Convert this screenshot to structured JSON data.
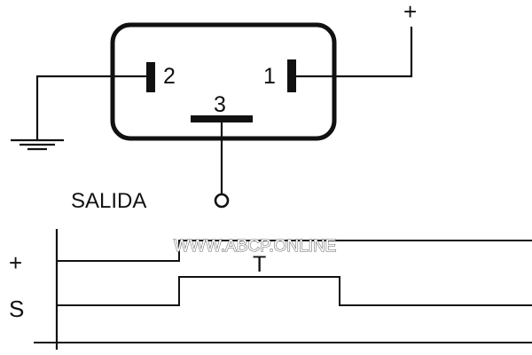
{
  "component": {
    "pins": [
      {
        "number": "2",
        "role": "ground"
      },
      {
        "number": "1",
        "role": "positive supply"
      },
      {
        "number": "3",
        "role": "output"
      }
    ],
    "supply_symbol": "+",
    "output_label": "SALIDA"
  },
  "timing": {
    "supply_label": "+",
    "output_label": "S",
    "pulse_label": "T"
  },
  "watermark": "WWW.ABCP.ONLINE",
  "colors": {
    "ink": "#111111",
    "background": "#ffffff"
  }
}
